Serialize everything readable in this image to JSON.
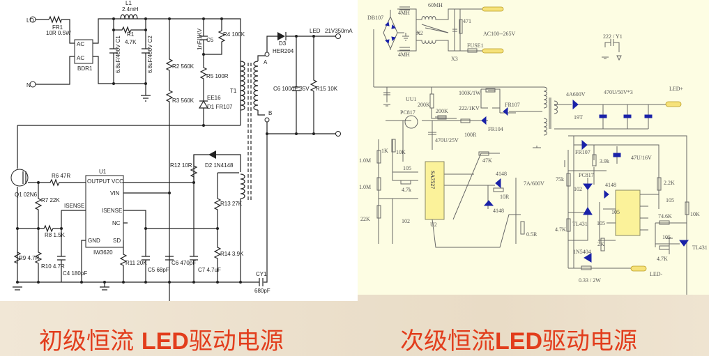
{
  "slide": {
    "caption_left": {
      "prefix": "初级恒流 ",
      "led": "LED",
      "suffix": "驱动电源"
    },
    "caption_right": {
      "prefix": "次级恒流",
      "led": "LED",
      "suffix": "驱动电源"
    },
    "caption_color": "#e23d1c"
  },
  "left": {
    "labels": [
      "LO",
      "N",
      "FR1",
      "10R 0.5W",
      "BDR1",
      "L1",
      "2.4mH",
      "R1",
      "4.7K",
      "6.8uF/400V C1",
      "6.8uF/400V C2",
      "R2 560K",
      "R3 560K",
      "1nF/1KV",
      "C5",
      "R4 100K",
      "R5 100R",
      "EE16",
      "D1 FR107",
      "T1",
      "D3",
      "HER204",
      "LED",
      "21V350mA",
      "C6 100uF 35V",
      "R15 10K",
      "Q1 02N6",
      "R6 47R",
      "U1",
      "OUTPUT",
      "VCC",
      "VIN",
      "ISENSE",
      "ISENSE",
      "NC",
      "GND",
      "SD",
      "IW3620",
      "R7 22K",
      "R8 1.5K",
      "R9 4.7R",
      "R10 4.7R",
      "C4 180pF",
      "R11 20K",
      "C5 68pF",
      "C6 470pF",
      "C7 4.7uF",
      "R12 10R",
      "D2 1N4148",
      "R13 27K",
      "R14 3.9K",
      "CY1",
      "680pF",
      "AC",
      "AC",
      "A",
      "B"
    ]
  },
  "right": {
    "title": "AC100--265V",
    "labels": [
      "DB107",
      "4MH",
      "4MH",
      "60MH",
      "X2",
      "471",
      "FUSE1",
      "X3",
      "222 / Y1",
      "LED+",
      "UU1",
      "PC817",
      "200K",
      "200K",
      "100K/1W",
      "222/1KV",
      "FR107",
      "FR104",
      "100R",
      "470U/25V",
      "4A600V",
      "470U/50V*3",
      "19T",
      "1K",
      "10K",
      "1.0M",
      "1.0M",
      "22K",
      "105",
      "4.7k",
      "SA7527",
      "U2",
      "102",
      "47K",
      "4148",
      "10R",
      "4148",
      "7A/600V",
      "0.5R",
      "FR107",
      "3.9k",
      "47U/16V",
      "75k",
      "PC817",
      "4148",
      "2.2K",
      "102",
      "105",
      "TL431",
      "105",
      "4.7K",
      "105",
      "74.6K",
      "105",
      "TL431",
      "10K",
      "4.7K",
      "2K",
      "1N5404",
      "0.33 / 2W",
      "LED-"
    ],
    "accent_red": "#c0392b",
    "component_blue": "#1a22a8"
  }
}
